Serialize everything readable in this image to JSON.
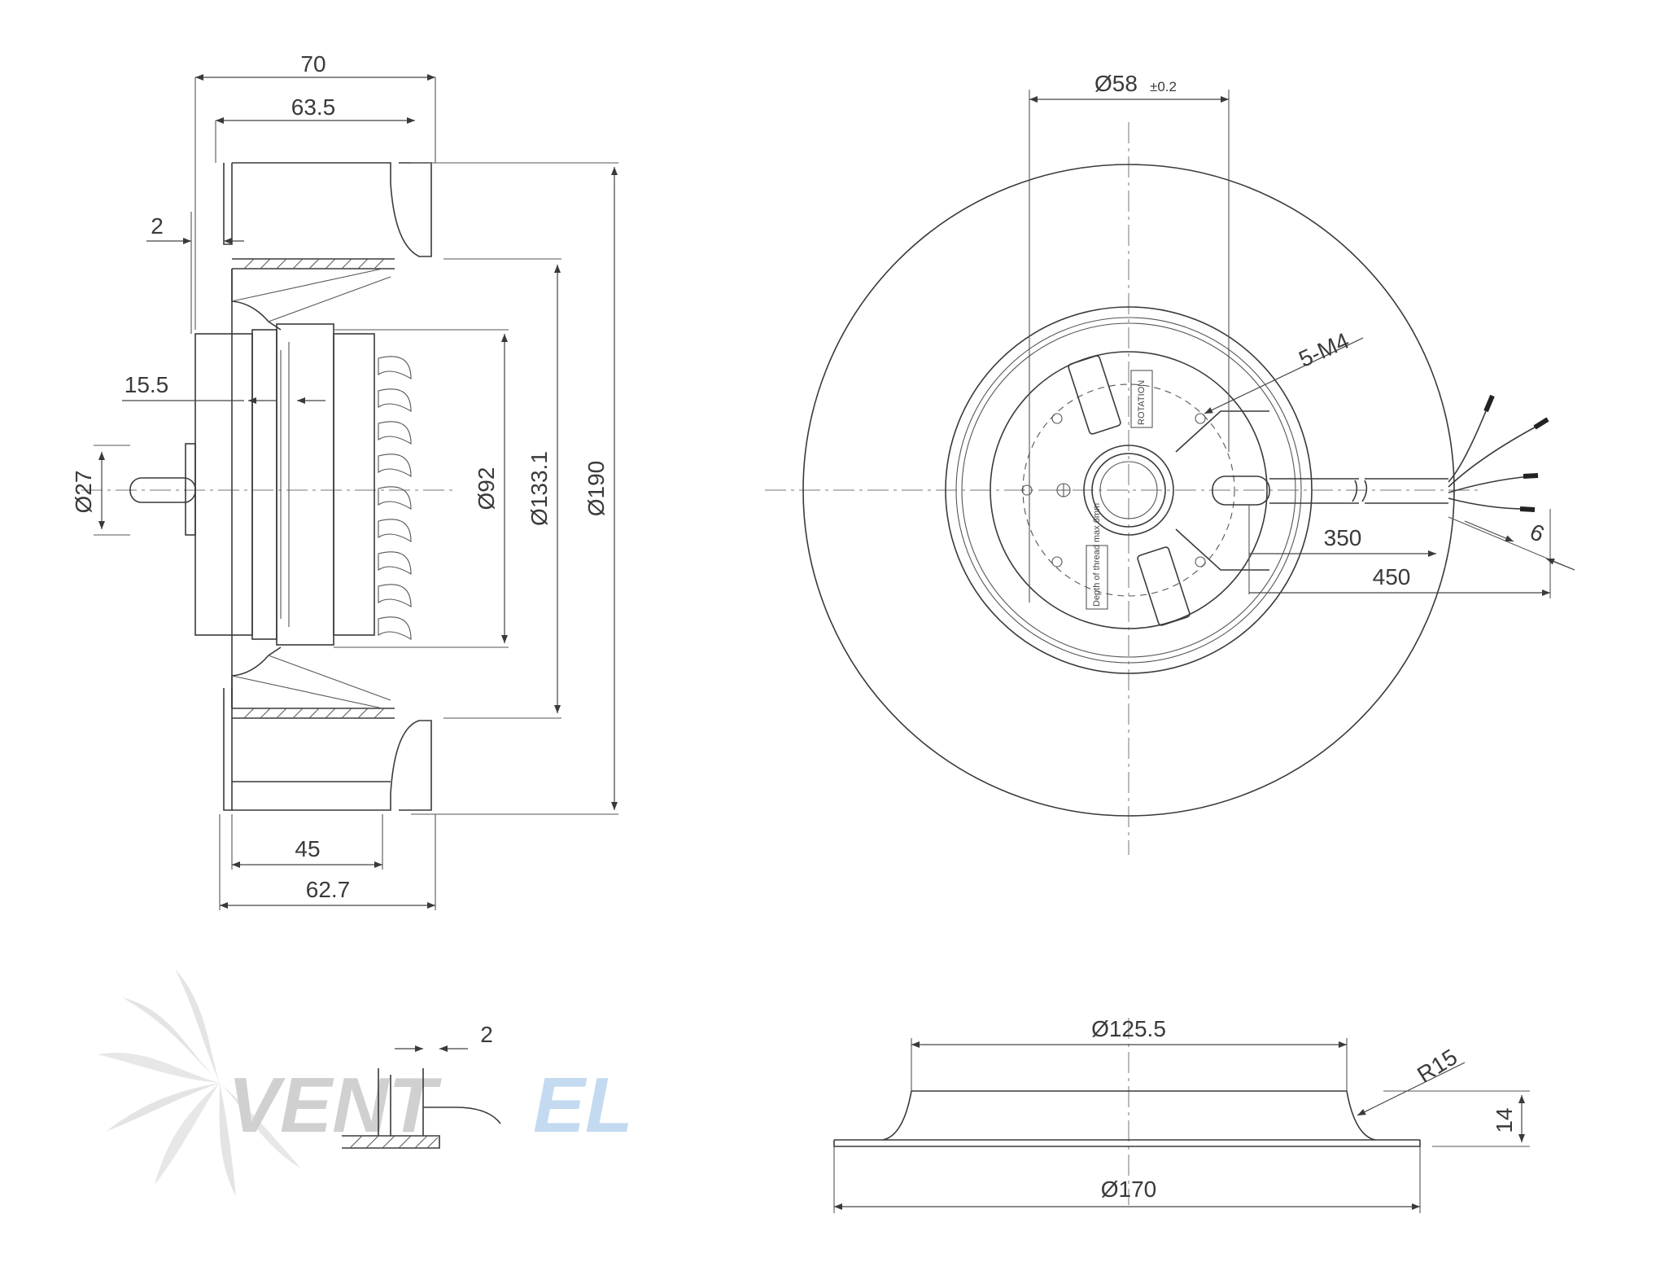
{
  "dimensions": {
    "side_total_width": "70",
    "side_inner_width": "63.5",
    "side_flange_offset": "2",
    "side_hub_offset": "15.5",
    "shaft_diameter": "Ø27",
    "motor_diameter": "Ø92",
    "inlet_diameter": "Ø133.1",
    "outer_diameter": "Ø190",
    "bottom_inner_width": "45",
    "bottom_outer_width": "62.7",
    "front_hub_diameter": "Ø58",
    "front_hub_tolerance": "±0.2",
    "front_threads": "5-M4",
    "cable_length_1": "350",
    "cable_length_2": "450",
    "wire_strip": "6",
    "detail_thickness": "2",
    "nozzle_inner_diameter": "Ø125.5",
    "nozzle_radius": "R15",
    "nozzle_height": "14",
    "nozzle_outer_diameter": "Ø170"
  },
  "labels": {
    "label_top": "ROTATION",
    "label_bottom": "Depth of thread max 6mm"
  },
  "watermark": {
    "part1": "VENT",
    "part2": "EL",
    "part1_color": "#c8c8c8",
    "part2_color": "#b9d4ee"
  }
}
